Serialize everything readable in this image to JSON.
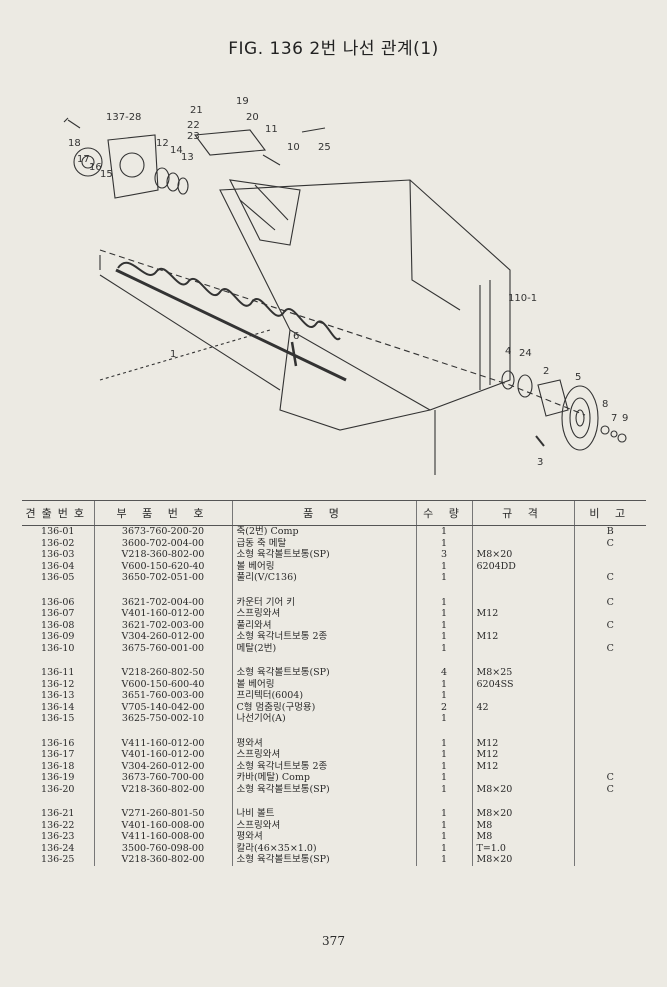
{
  "title": "FIG. 136 2번 나선 관계(1)",
  "callouts": [
    "1",
    "2",
    "3",
    "4",
    "5",
    "6",
    "7",
    "8",
    "9",
    "10",
    "11",
    "12",
    "13",
    "14",
    "15",
    "16",
    "17",
    "18",
    "19",
    "20",
    "21",
    "22",
    "23",
    "24",
    "25",
    "137-28",
    "110-1"
  ],
  "table": {
    "headers": [
      "견출번호",
      "부 품 번 호",
      "품 명",
      "수 량",
      "규 격",
      "비 고"
    ],
    "groups": [
      [
        [
          "136-01",
          "3673-760-200-20",
          "축(2번) Comp",
          "1",
          "",
          "B"
        ],
        [
          "136-02",
          "3600-702-004-00",
          "급동 축 메탈",
          "1",
          "",
          "C"
        ],
        [
          "136-03",
          "V218-360-802-00",
          "소형 육각볼트보통(SP)",
          "3",
          "M8×20",
          ""
        ],
        [
          "136-04",
          "V600-150-620-40",
          "볼 베어링",
          "1",
          "6204DD",
          ""
        ],
        [
          "136-05",
          "3650-702-051-00",
          "풀리(V/C136)",
          "1",
          "",
          "C"
        ]
      ],
      [
        [
          "136-06",
          "3621-702-004-00",
          "카운터 기어 키",
          "1",
          "",
          "C"
        ],
        [
          "136-07",
          "V401-160-012-00",
          "스프링와셔",
          "1",
          "M12",
          ""
        ],
        [
          "136-08",
          "3621-702-003-00",
          "풀리와셔",
          "1",
          "",
          "C"
        ],
        [
          "136-09",
          "V304-260-012-00",
          "소형 육각너트보통 2종",
          "1",
          "M12",
          ""
        ],
        [
          "136-10",
          "3675-760-001-00",
          "메탈(2번)",
          "1",
          "",
          "C"
        ]
      ],
      [
        [
          "136-11",
          "V218-260-802-50",
          "소형 육각볼트보통(SP)",
          "4",
          "M8×25",
          ""
        ],
        [
          "136-12",
          "V600-150-600-40",
          "볼 베어링",
          "1",
          "6204SS",
          ""
        ],
        [
          "136-13",
          "3651-760-003-00",
          "프리텍터(6004)",
          "1",
          "",
          ""
        ],
        [
          "136-14",
          "V705-140-042-00",
          "C형 멈춤링(구멍용)",
          "2",
          "42",
          ""
        ],
        [
          "136-15",
          "3625-750-002-10",
          "나선기어(A)",
          "1",
          "",
          ""
        ]
      ],
      [
        [
          "136-16",
          "V411-160-012-00",
          "평와셔",
          "1",
          "M12",
          ""
        ],
        [
          "136-17",
          "V401-160-012-00",
          "스프링와셔",
          "1",
          "M12",
          ""
        ],
        [
          "136-18",
          "V304-260-012-00",
          "소형 육각너트보통 2종",
          "1",
          "M12",
          ""
        ],
        [
          "136-19",
          "3673-760-700-00",
          "카바(메탈) Comp",
          "1",
          "",
          "C"
        ],
        [
          "136-20",
          "V218-360-802-00",
          "소형 육각볼트보통(SP)",
          "1",
          "M8×20",
          "C"
        ]
      ],
      [
        [
          "136-21",
          "V271-260-801-50",
          "나비 볼트",
          "1",
          "M8×20",
          ""
        ],
        [
          "136-22",
          "V401-160-008-00",
          "스프링와셔",
          "1",
          "M8",
          ""
        ],
        [
          "136-23",
          "V411-160-008-00",
          "평와셔",
          "1",
          "M8",
          ""
        ],
        [
          "136-24",
          "3500-760-098-00",
          "칼라(46×35×1.0)",
          "1",
          "T=1.0",
          ""
        ],
        [
          "136-25",
          "V218-360-802-00",
          "소형 육각볼트보통(SP)",
          "1",
          "M8×20",
          ""
        ]
      ]
    ]
  },
  "page_number": "377"
}
